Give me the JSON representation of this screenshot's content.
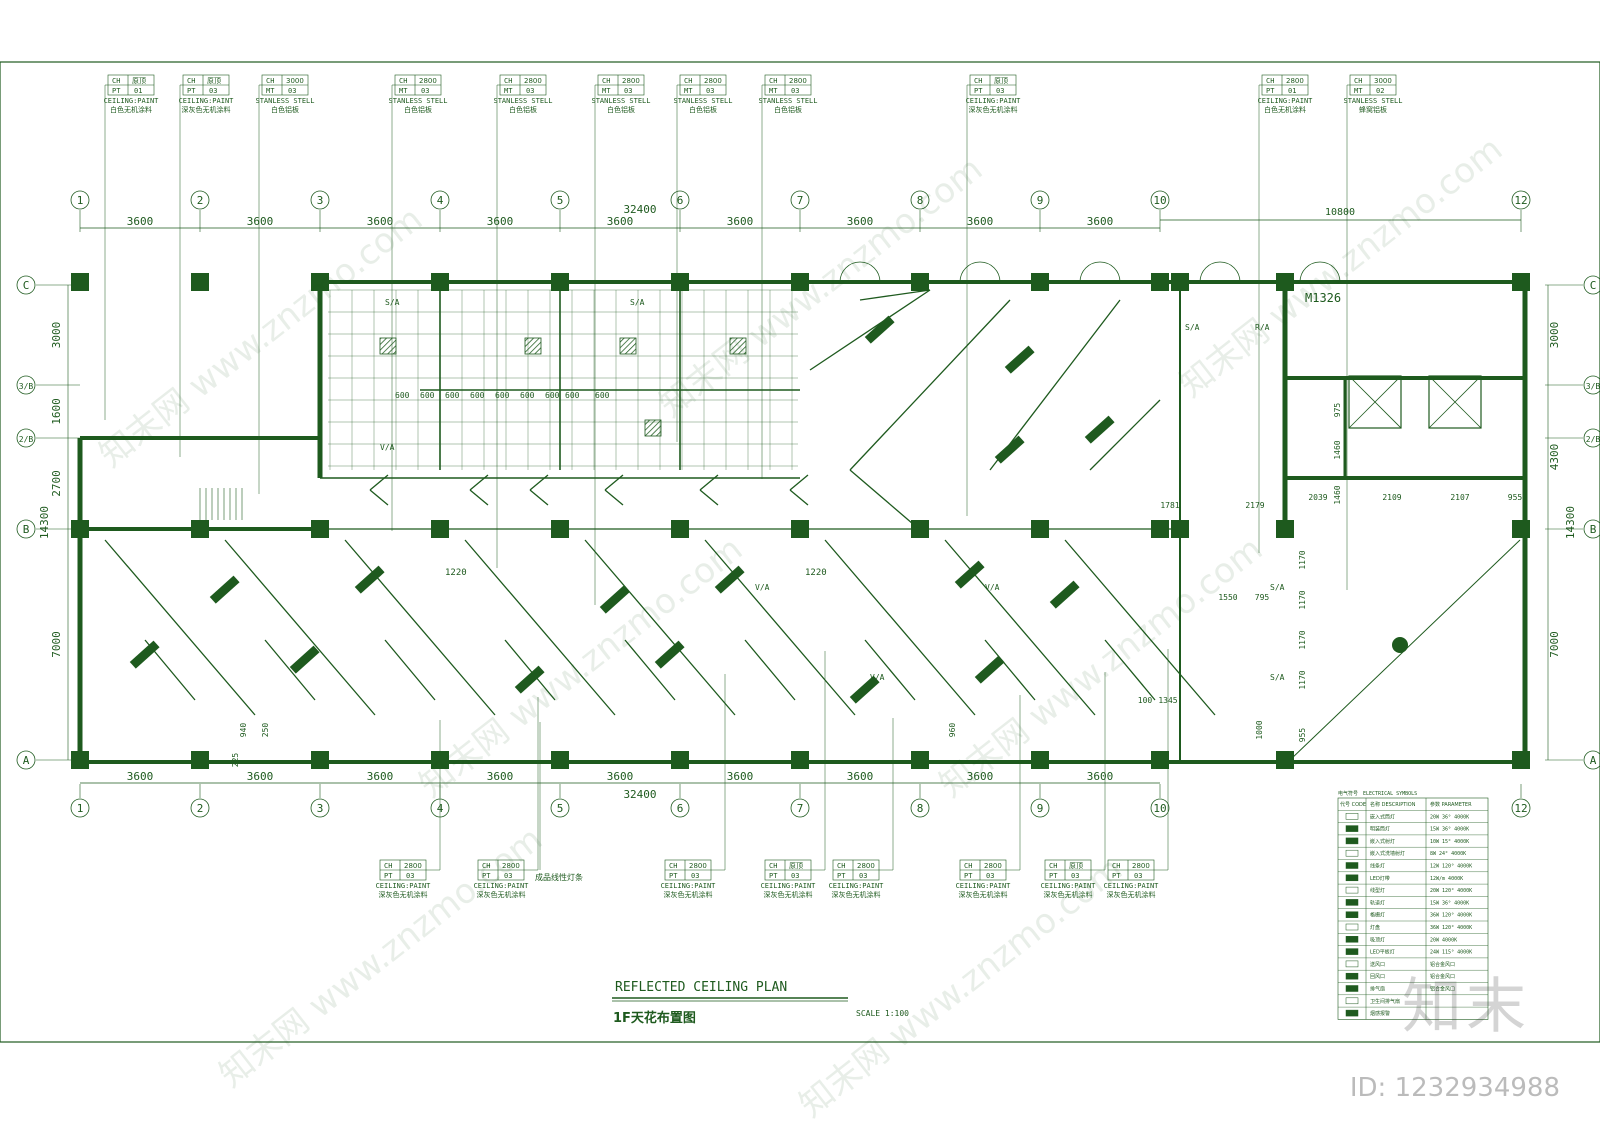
{
  "drawing": {
    "title_en": "REFLECTED  CEILING  PLAN",
    "title_cn": "1F天花布置图",
    "scale": "SCALE 1:100"
  },
  "grid": {
    "columns": [
      "1",
      "2",
      "3",
      "4",
      "5",
      "6",
      "7",
      "8",
      "9",
      "10",
      "12"
    ],
    "rows": [
      "C",
      "3/B",
      "2/B",
      "B",
      "A"
    ],
    "top_total": "32400",
    "top_right_total": "10800",
    "bottom_total": "32400",
    "top_spans": [
      "3600",
      "3600",
      "3600",
      "3600",
      "3600",
      "3600",
      "3600",
      "3600",
      "3600"
    ],
    "bottom_spans": [
      "3600",
      "3600",
      "3600",
      "3600",
      "3600",
      "3600",
      "3600",
      "3600",
      "3600"
    ],
    "left_spans": [
      "3000",
      "1600",
      "2700",
      "14300",
      "7000"
    ],
    "right_spans": [
      "3000",
      "4300",
      "14300",
      "7000"
    ]
  },
  "room_labels": {
    "door_tag": "M1326",
    "sa": "S/A",
    "ra": "R/A",
    "va": "V/A",
    "corridor_dim": "1220",
    "tile": "600"
  },
  "detail_dims": [
    "1781",
    "2179",
    "2039",
    "2109",
    "2107",
    "955",
    "1170",
    "1170",
    "1170",
    "1170",
    "1550",
    "795",
    "1345",
    "100",
    "975",
    "1460",
    "1460",
    "1000",
    "955",
    "960",
    "250",
    "940",
    "225"
  ],
  "top_tags": [
    {
      "ch": "原顶",
      "pt": "PT",
      "code": "01",
      "mat": "CEILING:PAINT",
      "cn": "白色无机涂料"
    },
    {
      "ch": "原顶",
      "pt": "PT",
      "code": "03",
      "mat": "CEILING:PAINT",
      "cn": "深灰色无机涂料"
    },
    {
      "ch": "3000",
      "pt": "MT",
      "code": "03",
      "mat": "STANLESS STELL",
      "cn": "白色铝板"
    },
    {
      "ch": "2800",
      "pt": "MT",
      "code": "03",
      "mat": "STANLESS STELL",
      "cn": "白色铝板"
    },
    {
      "ch": "2800",
      "pt": "MT",
      "code": "03",
      "mat": "STANLESS STELL",
      "cn": "白色铝板"
    },
    {
      "ch": "2800",
      "pt": "MT",
      "code": "03",
      "mat": "STANLESS STELL",
      "cn": "白色铝板"
    },
    {
      "ch": "2800",
      "pt": "MT",
      "code": "03",
      "mat": "STANLESS STELL",
      "cn": "白色铝板"
    },
    {
      "ch": "2800",
      "pt": "MT",
      "code": "03",
      "mat": "STANLESS STELL",
      "cn": "白色铝板"
    },
    {
      "ch": "原顶",
      "pt": "PT",
      "code": "03",
      "mat": "CEILING:PAINT",
      "cn": "深灰色无机涂料"
    },
    {
      "ch": "2800",
      "pt": "PT",
      "code": "01",
      "mat": "CEILING:PAINT",
      "cn": "白色无机涂料"
    },
    {
      "ch": "3000",
      "pt": "MT",
      "code": "02",
      "mat": "STANLESS STELL",
      "cn": "蜂窝铝板"
    }
  ],
  "bottom_tags": [
    {
      "ch": "2800",
      "pt": "PT",
      "code": "03",
      "mat": "CEILING:PAINT",
      "cn": "深灰色无机涂料"
    },
    {
      "ch": "2800",
      "pt": "PT",
      "code": "03",
      "mat": "CEILING:PAINT",
      "cn": "深灰色无机涂料"
    },
    {
      "ch": "2800",
      "pt": "PT",
      "code": "03",
      "mat": "CEILING:PAINT",
      "cn": "深灰色无机涂料"
    },
    {
      "ch": "原顶",
      "pt": "PT",
      "code": "03",
      "mat": "CEILING:PAINT",
      "cn": "深灰色无机涂料"
    },
    {
      "ch": "2800",
      "pt": "PT",
      "code": "03",
      "mat": "CEILING:PAINT",
      "cn": "深灰色无机涂料"
    },
    {
      "ch": "2800",
      "pt": "PT",
      "code": "03",
      "mat": "CEILING:PAINT",
      "cn": "深灰色无机涂料"
    },
    {
      "ch": "原顶",
      "pt": "PT",
      "code": "03",
      "mat": "CEILING:PAINT",
      "cn": "深灰色无机涂料"
    },
    {
      "ch": "2800",
      "pt": "PT",
      "code": "03",
      "mat": "CEILING:PAINT",
      "cn": "深灰色无机涂料"
    }
  ],
  "strip_light_note": "成品线性灯条",
  "tag_ch_label": "CH",
  "legend": {
    "title_cn": "电气符号",
    "title_en": "ELECTRICAL SYMBOLS",
    "col_code": "代号 CODE",
    "col_desc": "名称 DESCRIPTION",
    "col_param": "参数 PARAMETER",
    "rows": [
      {
        "desc": "嵌入式筒灯",
        "param": "20W 36° 4000K"
      },
      {
        "desc": "明装筒灯",
        "param": "15W 36° 4000K"
      },
      {
        "desc": "嵌入式射灯",
        "param": "10W 15° 4000K"
      },
      {
        "desc": "嵌入式洗墙射灯",
        "param": "8W 24° 4000K"
      },
      {
        "desc": "线条灯",
        "param": "12W 120° 4000K"
      },
      {
        "desc": "LED灯带",
        "param": "12W/m 4000K"
      },
      {
        "desc": "线型灯",
        "param": "20W 120° 4000K"
      },
      {
        "desc": "轨道灯",
        "param": "15W 36° 4000K"
      },
      {
        "desc": "格栅灯",
        "param": "36W 120° 4000K"
      },
      {
        "desc": "灯盘",
        "param": "36W 120° 4000K"
      },
      {
        "desc": "吸顶灯",
        "param": "20W 4000K"
      },
      {
        "desc": "LED平板灯",
        "param": "24W 115° 4000K"
      },
      {
        "desc": "送风口",
        "param": "铝合金风口"
      },
      {
        "desc": "回风口",
        "param": "铝合金风口"
      },
      {
        "desc": "排气扇",
        "param": "铝合金风口"
      },
      {
        "desc": "卫生间排气扇",
        "param": ""
      },
      {
        "desc": "烟感报警",
        "param": ""
      }
    ]
  },
  "watermark": "知末网 www.znzmo.com",
  "brand": "知末",
  "image_id": "ID: 1232934988",
  "colors": {
    "line": "#1e5a1e",
    "fill": "#1e5a1e",
    "paper": "#ffffff"
  }
}
